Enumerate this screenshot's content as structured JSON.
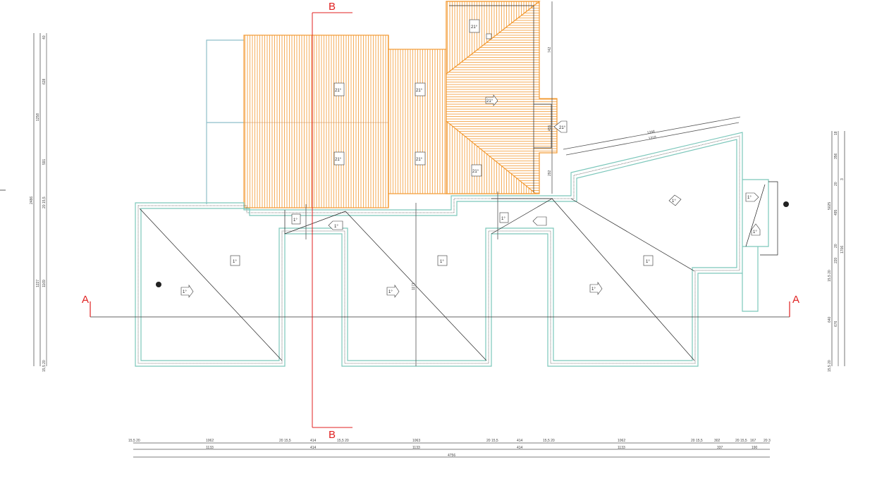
{
  "sections": {
    "a_left": "A",
    "a_right": "A",
    "b_top": "B",
    "b_bottom": "B"
  },
  "slopes": {
    "orange_top": "21°",
    "orange_left_upper": "21°",
    "orange_mid_upper": "21°",
    "orange_right": "21°",
    "orange_left_lower": "21°",
    "orange_mid_lower": "21°",
    "orange_bottom": "21°",
    "orange_side": "21°",
    "wing1_main": "1°",
    "wing1_arrow": "1°",
    "wing2_main": "1°",
    "wing2_arrow": "1°",
    "wing3_main": "1°",
    "wing3_arrow": "1°",
    "link1_a": "1°",
    "link1_b": "1°",
    "link2": "1°",
    "east_main": "1°",
    "east_small_a": "1°",
    "east_small_b": "1°"
  },
  "colors": {
    "roof_hatch": "#f39a32",
    "wall": "#7cc7bb",
    "section": "#e02020"
  },
  "dimensions": {
    "bottom_row1": [
      "15,5 20",
      "1062",
      "20 15,5",
      "414",
      "15,5 20",
      "1063",
      "20 15,5",
      "414",
      "15,5 20",
      "1062",
      "20 15,5",
      "302",
      "20 15,5",
      "167",
      "20 3"
    ],
    "bottom_row2": [
      "1133",
      "414",
      "1133",
      "414",
      "1133",
      "337",
      "190"
    ],
    "bottom_total": "4756",
    "left_total": "2486",
    "left_mid": [
      "1258",
      "1227"
    ],
    "left_detail": [
      "40",
      "628",
      "591",
      "20 15,5",
      "1169",
      "15,5 20"
    ],
    "right_outer": [
      "5025",
      "15,5 20",
      "640",
      "15,5 20"
    ],
    "right_detail": [
      "18",
      "356",
      "20",
      "495",
      "20",
      "220",
      "676"
    ],
    "right_total": [
      "3",
      "1706"
    ],
    "plan": {
      "v742": "742",
      "v455": "455",
      "v292": "292",
      "d1348": "1348",
      "d1318": "1318",
      "v1171": "1171"
    }
  }
}
